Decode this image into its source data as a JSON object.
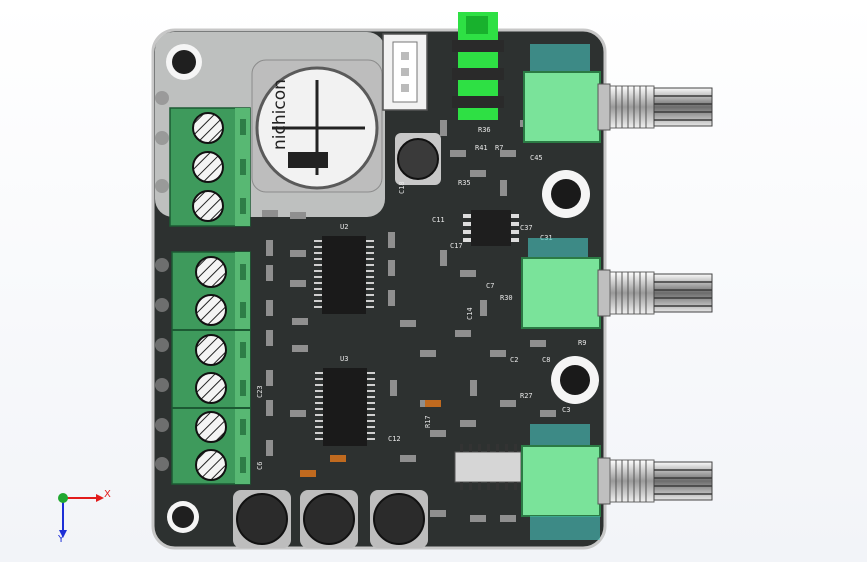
{
  "capacitor": {
    "brand": "nichicon"
  },
  "silkscreen": {
    "u2": "U2",
    "u3": "U3",
    "c18": "C18",
    "c11": "C11",
    "c17": "C17",
    "r35": "R35",
    "r36": "R36",
    "r7": "R7",
    "r41": "R41",
    "c45": "C45",
    "c37": "C37",
    "c31": "C31",
    "c7": "C7",
    "c14": "C14",
    "r30": "R30",
    "r27": "R27",
    "c2": "C2",
    "r17": "R17",
    "c8": "C8",
    "c3": "C3",
    "r9": "R9",
    "c23": "C23",
    "c6": "C6",
    "c12": "C12"
  },
  "axes": {
    "x": "X",
    "y": "Y"
  },
  "colors": {
    "board": "#2d3130",
    "terminal_block": "#3e9a5c",
    "potentiometer_body": "#7ae39a",
    "jack": "#2ee044",
    "axis_x": "#e21c1c",
    "axis_y": "#1d2fd6",
    "axis_z": "#21a830"
  }
}
